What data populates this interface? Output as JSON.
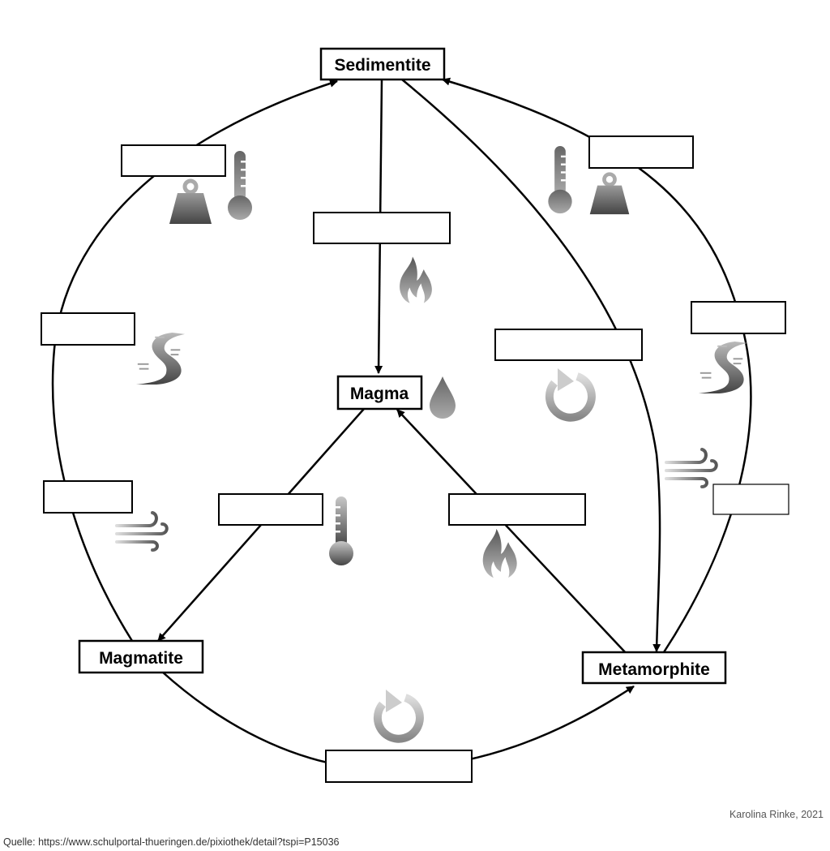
{
  "nodes": {
    "sedimentite": "Sedimentite",
    "magma": "Magma",
    "magmatite": "Magmatite",
    "metamorphite": "Metamorphite"
  },
  "blank_labels": [
    {
      "id": "magmatite-to-sedimentite",
      "value": ""
    },
    {
      "id": "metamorphite-to-sedimentite-outer",
      "value": ""
    },
    {
      "id": "sedimentite-to-magma",
      "value": ""
    },
    {
      "id": "magmatite-sedimentite-upper",
      "value": ""
    },
    {
      "id": "sedimentite-to-metamorphite",
      "value": ""
    },
    {
      "id": "metamorphite-sedimentite-right",
      "value": ""
    },
    {
      "id": "magmatite-sedimentite-lower",
      "value": ""
    },
    {
      "id": "magma-to-magmatite",
      "value": ""
    },
    {
      "id": "metamorphite-to-magma",
      "value": ""
    },
    {
      "id": "metamorphite-sedimentite-lower-right",
      "value": ""
    },
    {
      "id": "magmatite-to-metamorphite",
      "value": ""
    }
  ],
  "icons": [
    "weight-icon",
    "thermometer-icon",
    "river-icon",
    "wind-icon",
    "fire-icon",
    "cycle-arrow-icon",
    "drop-icon"
  ],
  "footer": {
    "credit": "Karolina Rinke, 2021",
    "source": "Quelle: https://www.schulportal-thueringen.de/pixiothek/detail?tspi=P15036"
  }
}
